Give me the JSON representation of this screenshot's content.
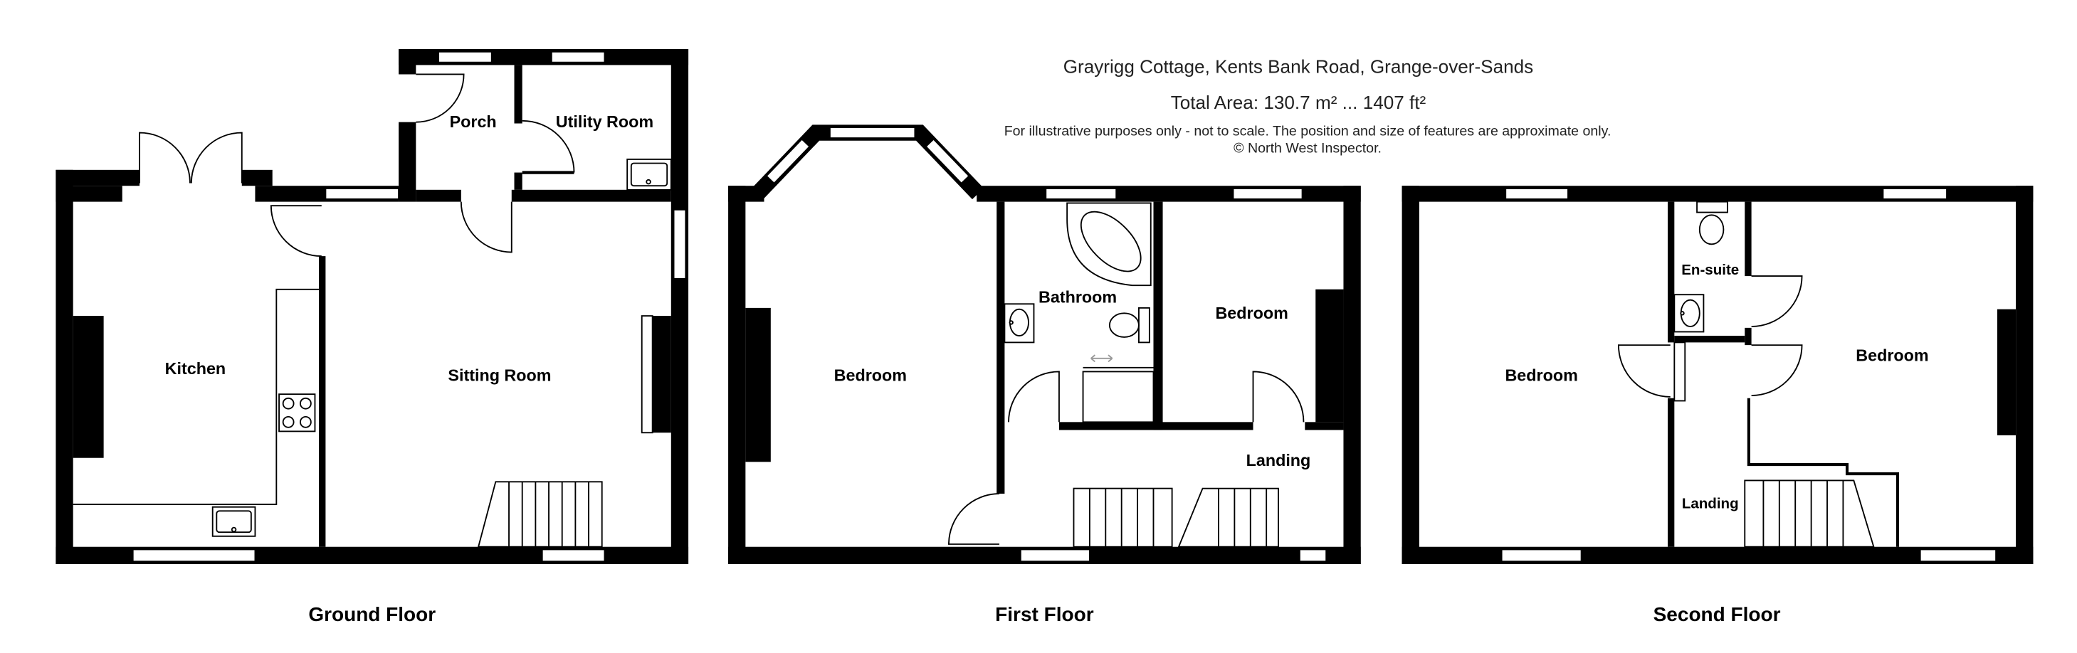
{
  "header": {
    "address": "Grayrigg Cottage, Kents Bank Road, Grange-over-Sands",
    "total_area": "Total Area: 130.7 m² ... 1407 ft²",
    "disclaimer": "For illustrative purposes only - not to scale. The position and size of features are approximate only.",
    "copyright": "© North West Inspector."
  },
  "floors": {
    "ground": {
      "label": "Ground Floor",
      "rooms": {
        "kitchen": "Kitchen",
        "sitting_room": "Sitting Room",
        "porch": "Porch",
        "utility_room": "Utility Room"
      }
    },
    "first": {
      "label": "First Floor",
      "rooms": {
        "bedroom_west": "Bedroom",
        "bathroom": "Bathroom",
        "bedroom_east": "Bedroom",
        "landing": "Landing"
      }
    },
    "second": {
      "label": "Second Floor",
      "rooms": {
        "bedroom_west": "Bedroom",
        "en_suite": "En-suite",
        "bedroom_east": "Bedroom",
        "landing": "Landing"
      }
    }
  },
  "colors": {
    "wall": "#000000",
    "window": "#ffffff",
    "background": "#ffffff",
    "text": "#000000"
  }
}
